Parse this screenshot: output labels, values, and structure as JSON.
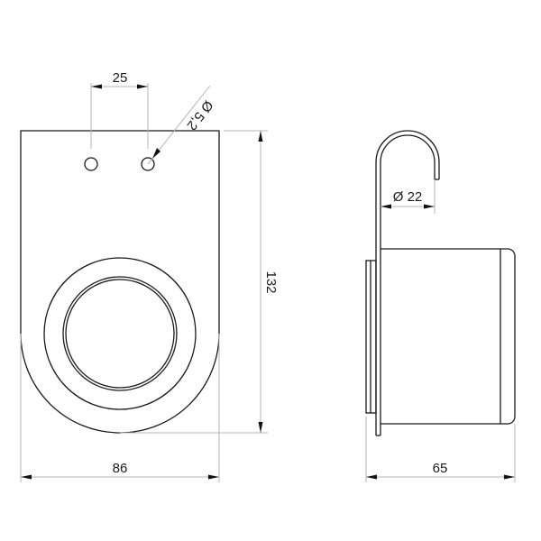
{
  "drawing": {
    "type": "technical-drawing",
    "subject": "wall-mounted cup holder",
    "views": [
      {
        "name": "front-view",
        "dimensions": {
          "hole_spacing": "25",
          "hole_diameter": "Ø 5,2",
          "height": "132",
          "width": "86"
        }
      },
      {
        "name": "side-view",
        "dimensions": {
          "hook_diameter": "Ø 22",
          "depth": "65"
        }
      }
    ]
  },
  "labels": {
    "hole_spacing": "25",
    "hole_diameter": "Ø 5,2",
    "height": "132",
    "width": "86",
    "hook_diameter": "Ø 22",
    "depth": "65"
  },
  "colors": {
    "outline": "#1a1a1a",
    "dimension_line": "#b4b4b4",
    "background": "#ffffff"
  }
}
